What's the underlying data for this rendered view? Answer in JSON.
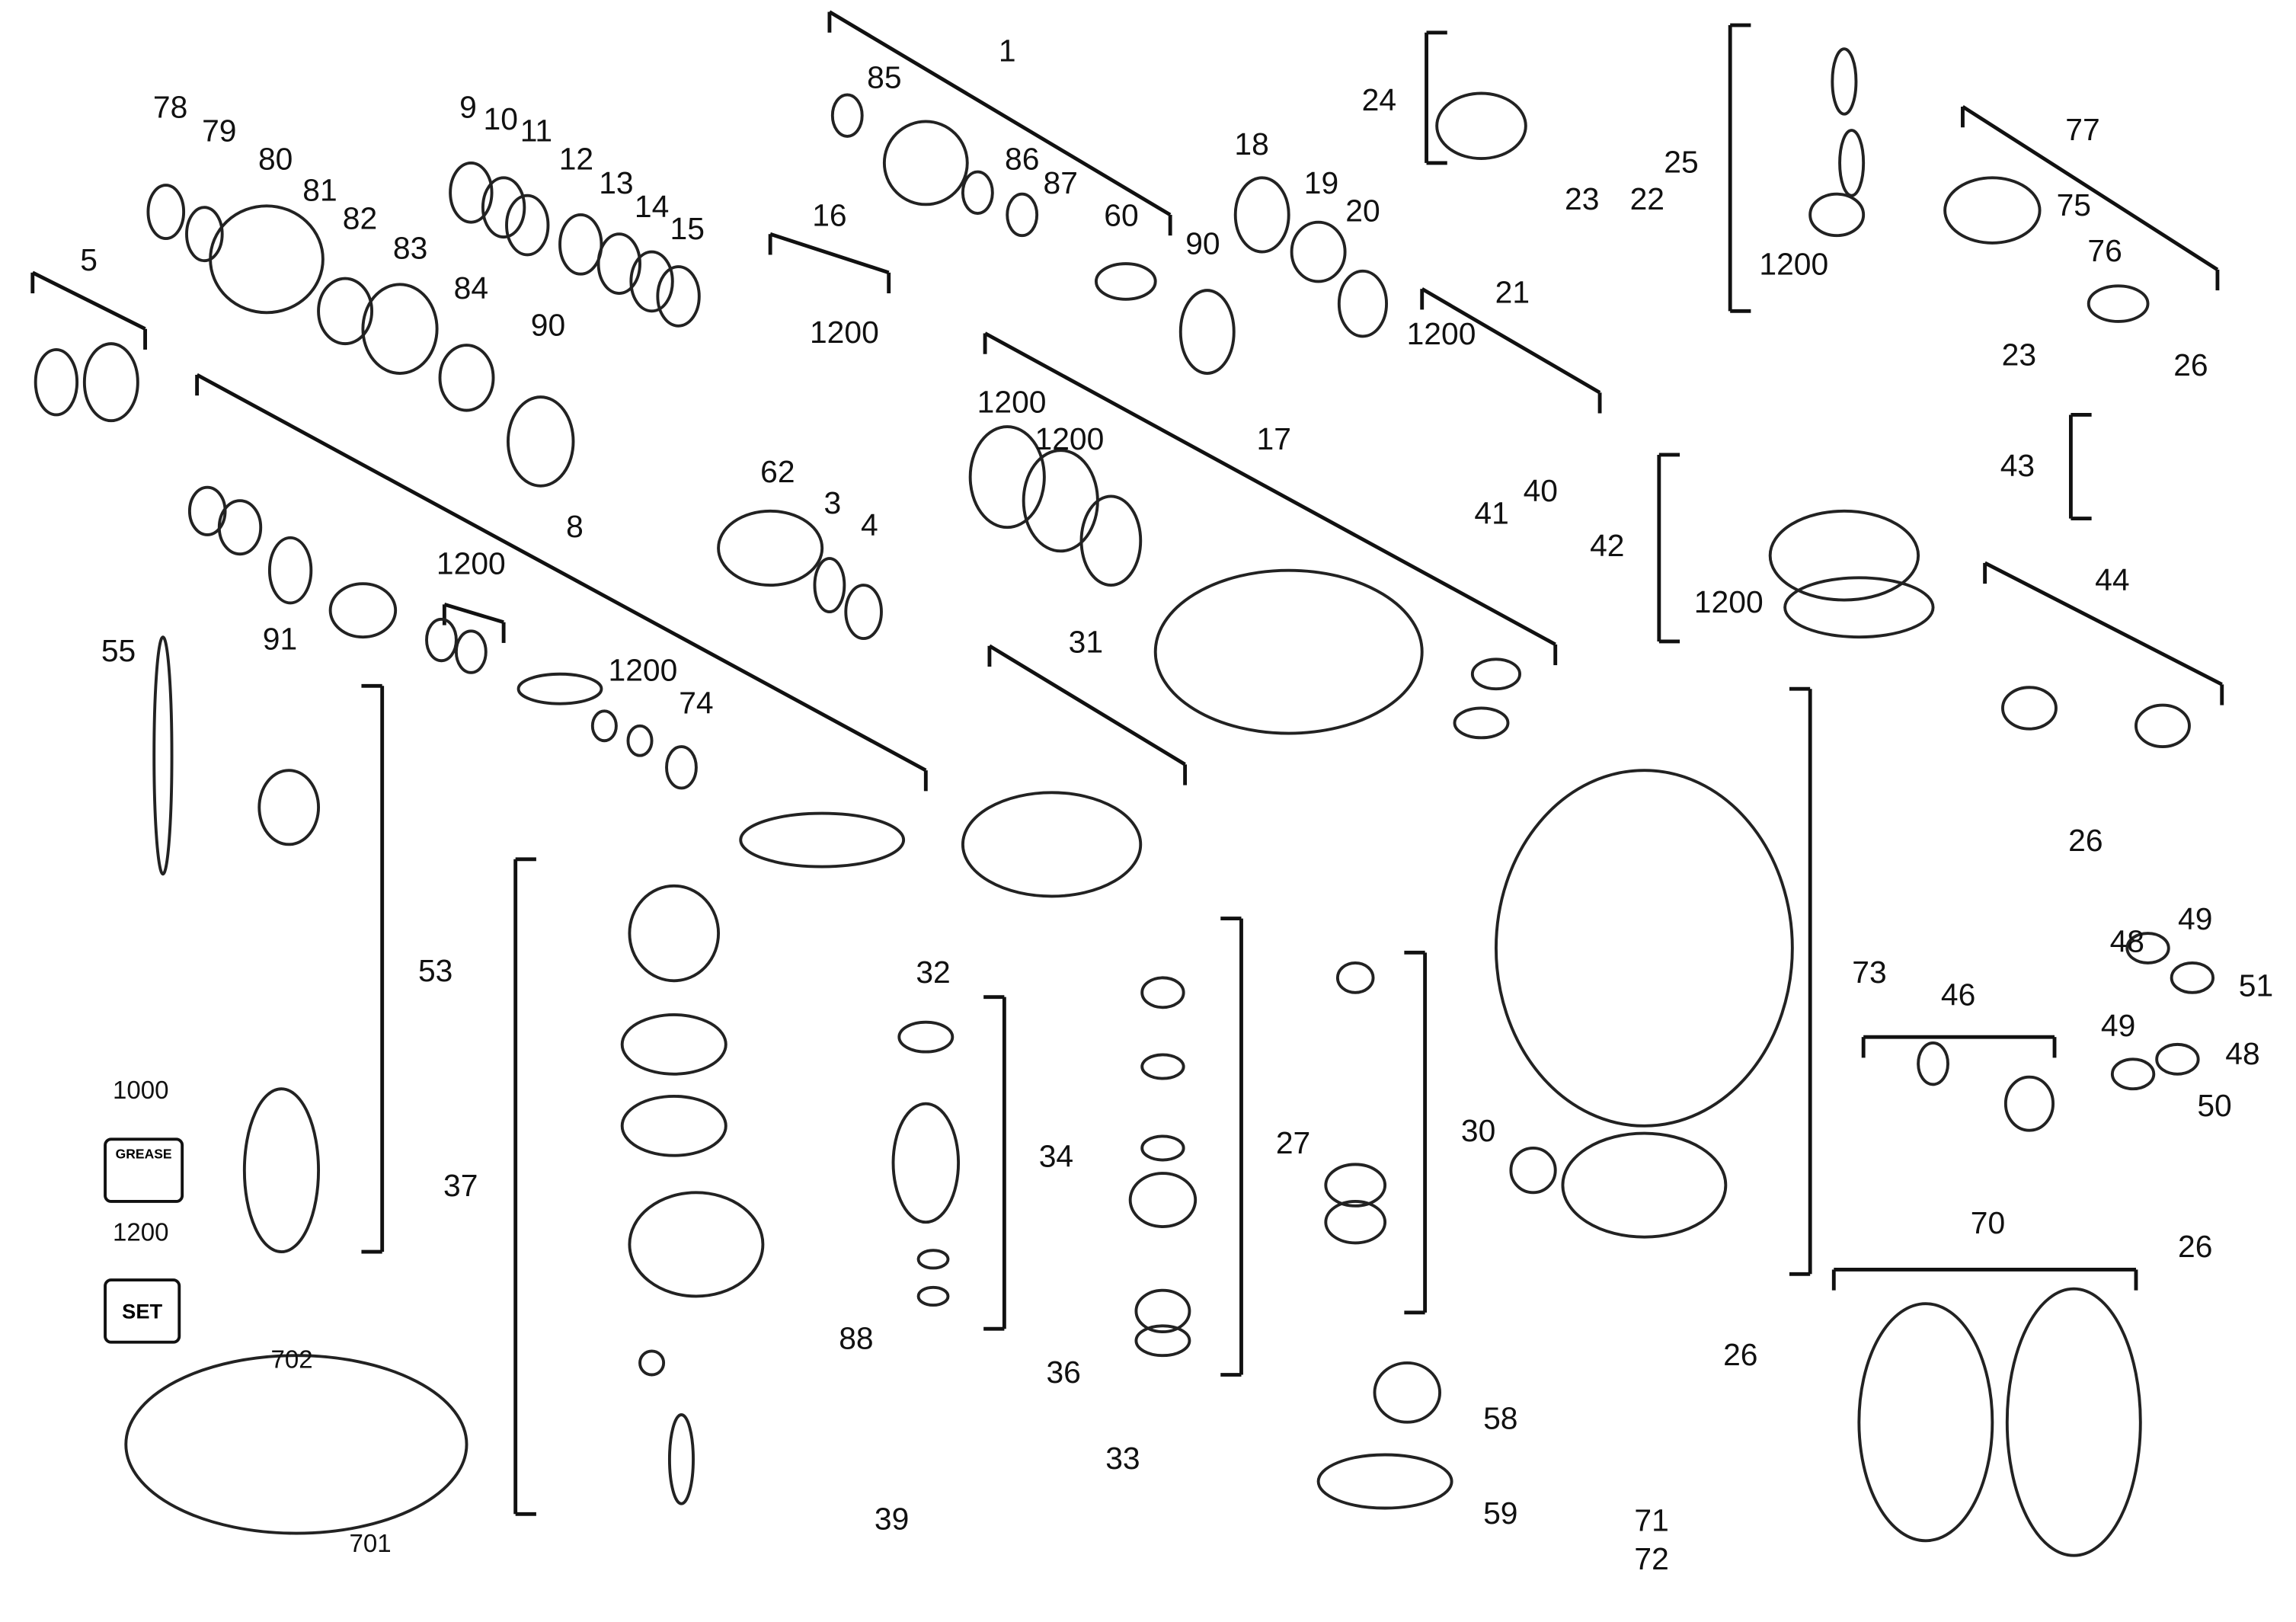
{
  "diagram": {
    "labels": [
      "1",
      "85",
      "86",
      "87",
      "60",
      "78",
      "79",
      "80",
      "81",
      "82",
      "83",
      "84",
      "9",
      "10",
      "11",
      "12",
      "13",
      "14",
      "15",
      "90",
      "5",
      "16",
      "1200",
      "18",
      "19",
      "20",
      "90",
      "24",
      "23",
      "22",
      "25",
      "1200",
      "77",
      "75",
      "76",
      "23",
      "26",
      "21",
      "1200",
      "17",
      "1200",
      "1200",
      "62",
      "3",
      "4",
      "8",
      "1200",
      "91",
      "55",
      "1200",
      "74",
      "41",
      "40",
      "42",
      "1200",
      "43",
      "44",
      "31",
      "26",
      "53",
      "32",
      "34",
      "27",
      "30",
      "73",
      "48",
      "49",
      "51",
      "49",
      "48",
      "50",
      "46",
      "1000",
      "1200",
      "37",
      "88",
      "36",
      "33",
      "39",
      "58",
      "59",
      "26",
      "70",
      "26",
      "71",
      "72",
      "702",
      "701"
    ],
    "icons": {
      "grease": "GREASE",
      "set": "SET"
    }
  }
}
